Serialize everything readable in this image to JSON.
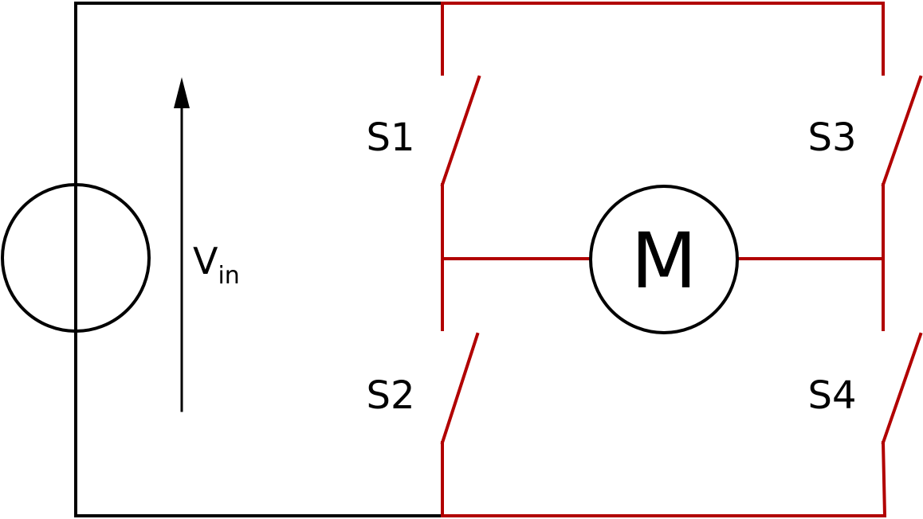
{
  "colors": {
    "black_wire": "#000000",
    "red_wire": "#b10000",
    "background": "#ffffff"
  },
  "source": {
    "voltage_label": "V",
    "voltage_subscript": "in"
  },
  "switches": {
    "s1": "S1",
    "s2": "S2",
    "s3": "S3",
    "s4": "S4"
  },
  "motor": {
    "label": "M"
  }
}
